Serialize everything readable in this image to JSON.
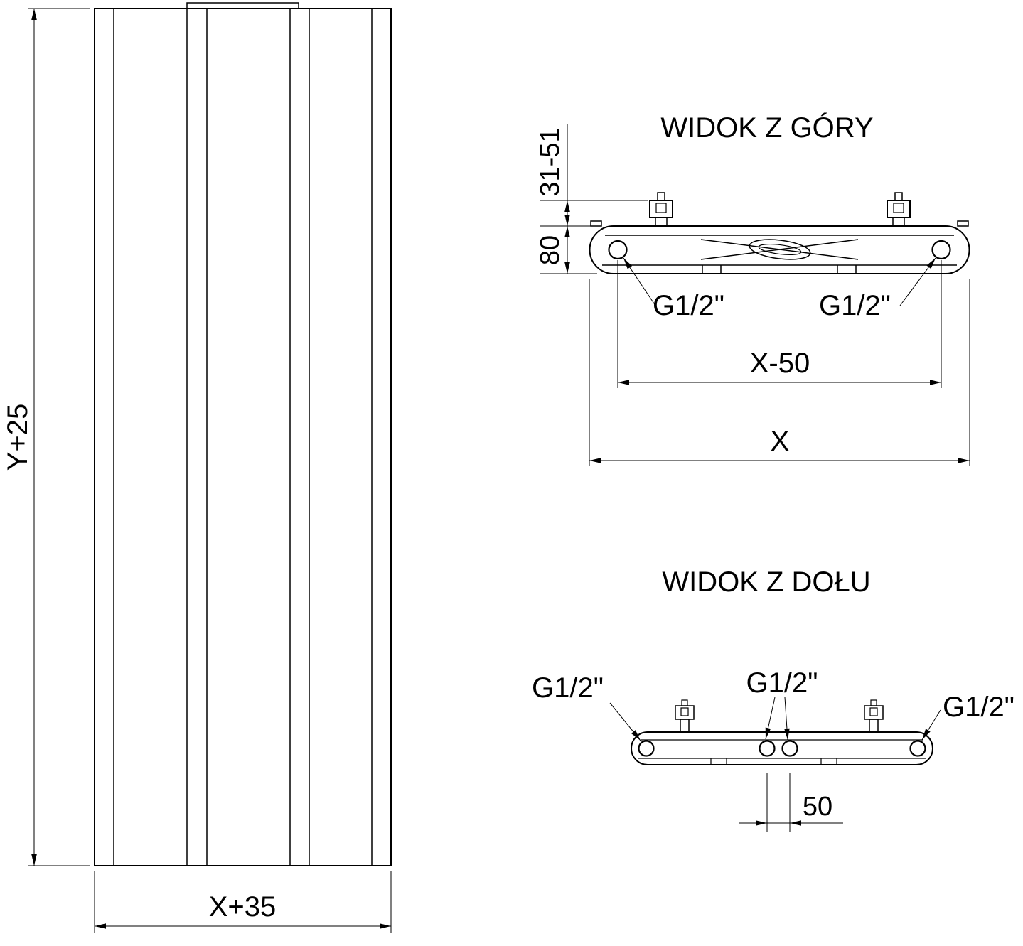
{
  "drawing": {
    "type": "radiator technical drawing",
    "colors": {
      "line": "#000000",
      "background": "#ffffff"
    }
  },
  "front_view": {
    "height_label": "Y+25",
    "width_label": "X+35"
  },
  "top_view": {
    "title": "WIDOK Z GÓRY",
    "bracket_range_label": "31-51",
    "depth_label": "80",
    "left_port_label": "G1/2\"",
    "right_port_label": "G1/2\"",
    "ports_span_label": "X-50",
    "width_label": "X"
  },
  "bottom_view": {
    "title": "WIDOK Z DOŁU",
    "left_port_label": "G1/2\"",
    "center_port_label": "G1/2\"",
    "right_port_label": "G1/2\"",
    "center_spacing_label": "50"
  }
}
